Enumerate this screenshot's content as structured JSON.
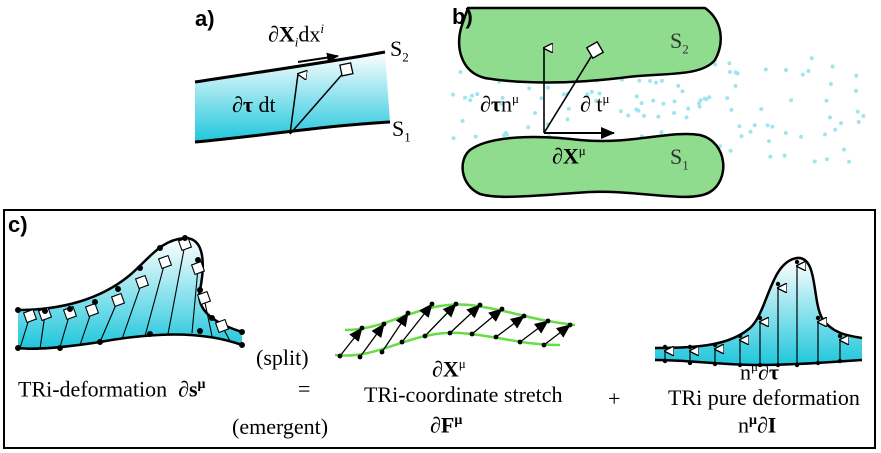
{
  "panel_a": {
    "letter": "a)",
    "label_dx": "∂X",
    "label_dx_sub": "i",
    "label_dx_tail": "dx",
    "label_dx_sup": "i",
    "label_dtau": "∂τ",
    "label_dtau_tail": "dt",
    "s2": "S",
    "s2_sub": "2",
    "s1": "S",
    "s1_sub": "1",
    "fill_color": "#22c8dc"
  },
  "panel_b": {
    "letter": "b)",
    "label_dtau_n": "∂τ",
    "label_dtau_n_tail": "n",
    "label_dtau_n_sup": "μ",
    "label_dt": "∂",
    "label_dt_tail": "t",
    "label_dt_sup": "μ",
    "label_dX": "∂X",
    "label_dX_sup": "μ",
    "s2": "S",
    "s2_sub": "2",
    "s1": "S",
    "s1_sub": "1",
    "blob_color": "#8fdc8f",
    "dot_color": "#9ee6ee"
  },
  "panel_c": {
    "letter": "c)",
    "deformation_label": "TRi-deformation",
    "deformation_symbol": "∂s",
    "deformation_sup": "μ",
    "equals": "=",
    "split": "(split)",
    "emergent": "(emergent)",
    "stretch_symbol": "∂X",
    "stretch_sup": "μ",
    "stretch_label": "TRi-coordinate stretch",
    "stretch_sub_symbol": "∂F",
    "stretch_sub_sup": "μ",
    "plus": "+",
    "pure_symbol_n": "n",
    "pure_symbol_sup": "μ",
    "pure_symbol_tau": "∂τ",
    "pure_label": "TRi pure deformation",
    "pure_sub_n": "n",
    "pure_sub_sup": "μ",
    "pure_sub_tail": "∂I",
    "curve_color": "#66dd44"
  }
}
